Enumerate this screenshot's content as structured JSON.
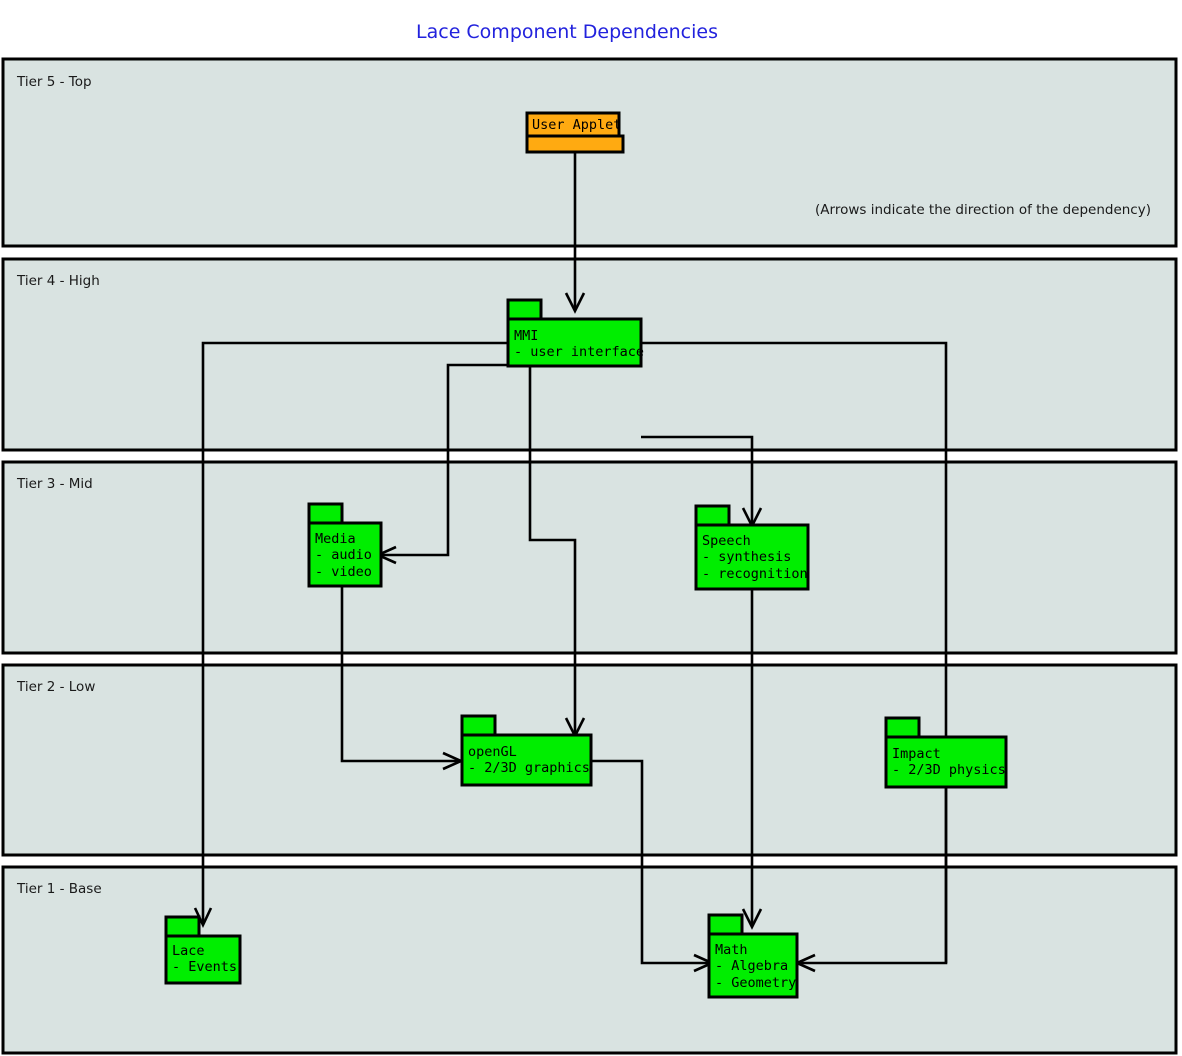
{
  "title": "Lace Component Dependencies",
  "note": "(Arrows indicate the direction of the dependency)",
  "colors": {
    "title": "#2222dd",
    "tier_fill": "#d9e3e1",
    "package_fill": "#00ee00",
    "applet_fill": "#ffaa11",
    "stroke": "#000000"
  },
  "tiers": [
    {
      "id": "tier5",
      "label": "Tier 5 - Top"
    },
    {
      "id": "tier4",
      "label": "Tier 4 - High"
    },
    {
      "id": "tier3",
      "label": "Tier 3 - Mid"
    },
    {
      "id": "tier2",
      "label": "Tier 2 - Low"
    },
    {
      "id": "tier1",
      "label": "Tier 1 - Base"
    }
  ],
  "components": [
    {
      "id": "user-applet",
      "tier": "tier5",
      "kind": "applet",
      "name": "User Applet",
      "lines": []
    },
    {
      "id": "mmi",
      "tier": "tier4",
      "kind": "package",
      "name": "MMI",
      "lines": [
        "- user interface"
      ]
    },
    {
      "id": "media",
      "tier": "tier3",
      "kind": "package",
      "name": "Media",
      "lines": [
        "- audio",
        "- video"
      ]
    },
    {
      "id": "speech",
      "tier": "tier3",
      "kind": "package",
      "name": "Speech",
      "lines": [
        "- synthesis",
        "- recognition"
      ]
    },
    {
      "id": "opengl",
      "tier": "tier2",
      "kind": "package",
      "name": "openGL",
      "lines": [
        "- 2/3D graphics"
      ]
    },
    {
      "id": "impact",
      "tier": "tier2",
      "kind": "package",
      "name": "Impact",
      "lines": [
        "- 2/3D physics"
      ]
    },
    {
      "id": "lace",
      "tier": "tier1",
      "kind": "package",
      "name": "Lace",
      "lines": [
        "- Events"
      ]
    },
    {
      "id": "math",
      "tier": "tier1",
      "kind": "package",
      "name": "Math",
      "lines": [
        "- Algebra",
        "- Geometry"
      ]
    }
  ],
  "dependencies": [
    {
      "from": "user-applet",
      "to": "mmi"
    },
    {
      "from": "mmi",
      "to": "lace"
    },
    {
      "from": "mmi",
      "to": "media"
    },
    {
      "from": "mmi",
      "to": "opengl"
    },
    {
      "from": "mmi",
      "to": "speech"
    },
    {
      "from": "mmi",
      "to": "math"
    },
    {
      "from": "media",
      "to": "opengl"
    },
    {
      "from": "speech",
      "to": "math"
    },
    {
      "from": "opengl",
      "to": "math"
    },
    {
      "from": "impact",
      "to": "math"
    }
  ]
}
